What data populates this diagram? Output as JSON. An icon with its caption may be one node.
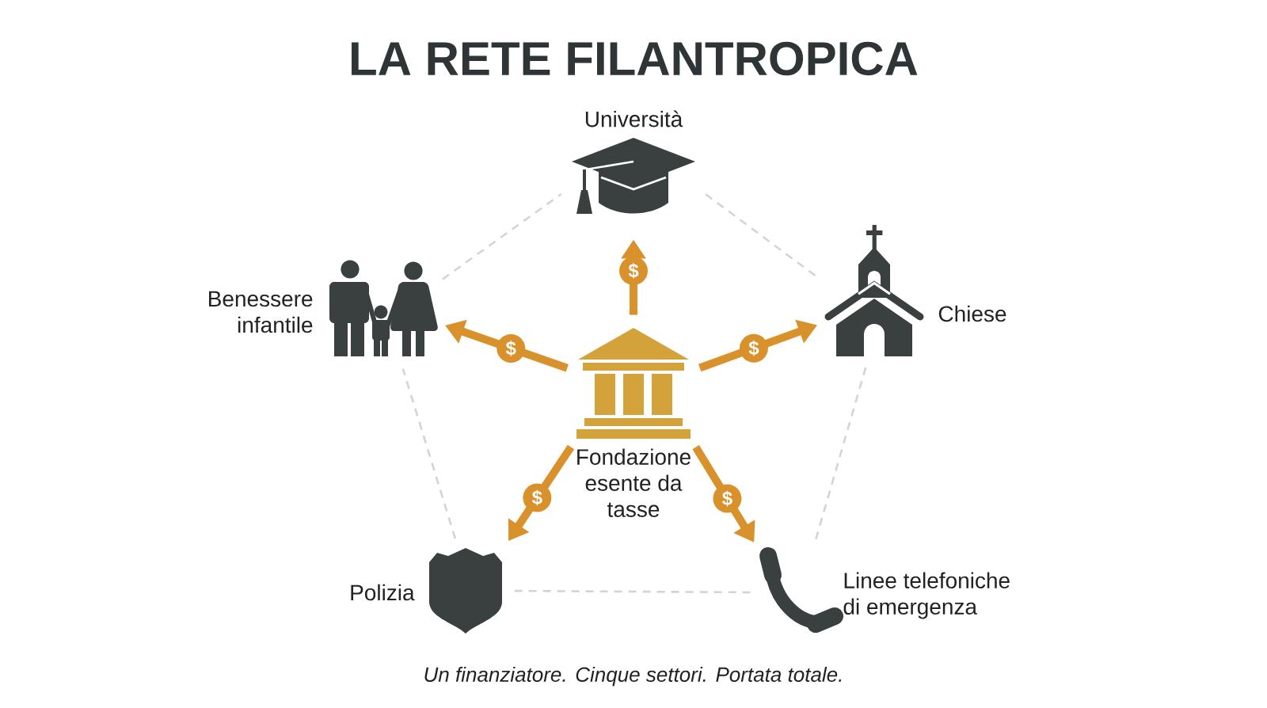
{
  "diagram": {
    "title": "LA RETE FILANTROPICA",
    "nodes": [
      {
        "text": [
          "Università"
        ]
      },
      {
        "text": [
          "Benessere infantile"
        ]
      },
      {
        "text": [
          "Fondazione esente da tasse"
        ]
      },
      {
        "text": [
          "Chiese"
        ]
      },
      {
        "text": [
          "Polizia"
        ]
      },
      {
        "text": [
          "Linee telefoniche di emergenza"
        ]
      }
    ],
    "edges": [
      {
        "from": 2,
        "to": 0,
        "arrow": "to",
        "label": "$",
        "style": "thick",
        "color": "#d9912c"
      },
      {
        "from": 2,
        "to": 1,
        "arrow": "to",
        "label": "$",
        "style": "thick",
        "color": "#d9912c"
      },
      {
        "from": 2,
        "to": 3,
        "arrow": "to",
        "label": "$",
        "style": "thick",
        "color": "#d9912c"
      },
      {
        "from": 2,
        "to": 4,
        "arrow": "to",
        "label": "$",
        "style": "thick",
        "color": "#d9912c"
      },
      {
        "from": 2,
        "to": 5,
        "arrow": "to",
        "label": "$",
        "style": "thick",
        "color": "#d9912c"
      },
      {
        "from": 0,
        "to": 3,
        "arrow": "none",
        "style": "dashed",
        "color": "#d4d4d4"
      },
      {
        "from": 3,
        "to": 5,
        "arrow": "none",
        "style": "dashed",
        "color": "#d4d4d4"
      },
      {
        "from": 5,
        "to": 4,
        "arrow": "none",
        "style": "dashed",
        "color": "#d4d4d4"
      },
      {
        "from": 4,
        "to": 1,
        "arrow": "none",
        "style": "dashed",
        "color": "#d4d4d4"
      },
      {
        "from": 1,
        "to": 0,
        "arrow": "none",
        "style": "dashed",
        "color": "#d4d4d4"
      }
    ],
    "caption": "Un finanziatore. Cinque settori. Portata totale."
  }
}
